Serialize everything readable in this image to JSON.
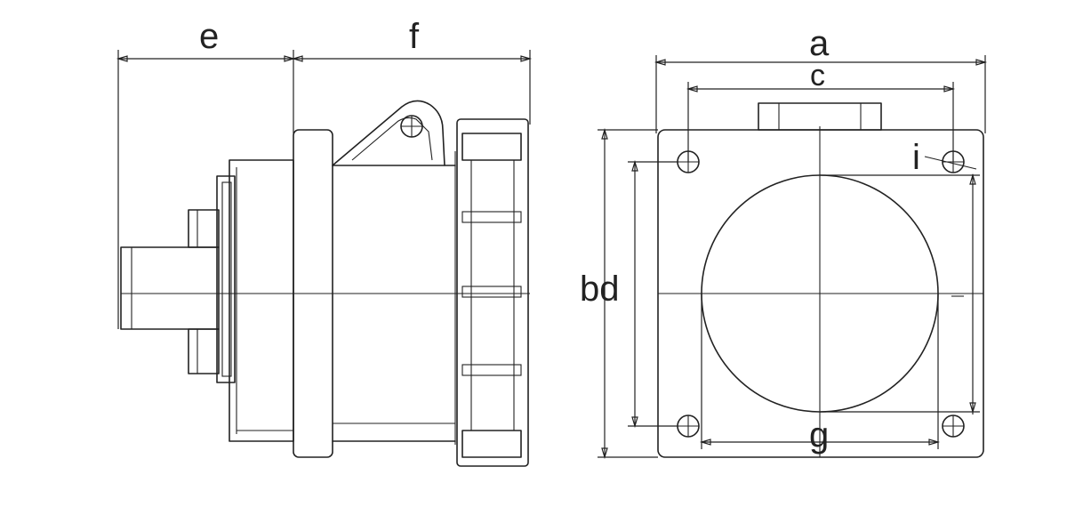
{
  "colors": {
    "line": "#222222",
    "background": "#ffffff"
  },
  "labels": {
    "e": "e",
    "f": "f",
    "a": "a",
    "c": "c",
    "i": "i",
    "bd": "bd",
    "g": "g"
  }
}
